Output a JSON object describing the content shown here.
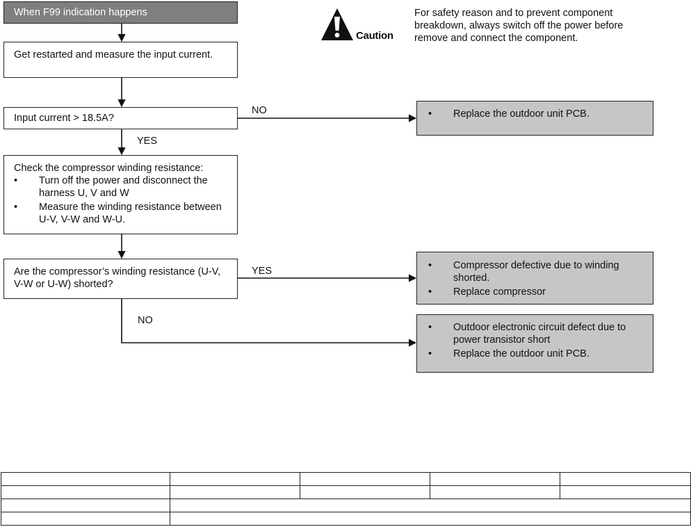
{
  "flowchart": {
    "start": "When F99 indication happens",
    "step1": "Get restarted and measure the input current.",
    "decision1": "Input current > 18.5A?",
    "decision1_no": "NO",
    "decision1_yes": "YES",
    "step2": {
      "intro": "Check the compressor winding resistance:",
      "bullets": [
        "Turn off the power and disconnect the harness U, V and W",
        "Measure the winding resistance between U-V, V-W and W-U."
      ]
    },
    "decision2": "Are the compressor’s winding resistance (U-V, V-W or U-W) shorted?",
    "decision2_yes": "YES",
    "decision2_no": "NO",
    "result1": {
      "bullets": [
        "Replace the outdoor unit PCB."
      ]
    },
    "result2": {
      "bullets": [
        "Compressor defective due to winding shorted.",
        "Replace compressor"
      ]
    },
    "result3": {
      "bullets": [
        "Outdoor electronic circuit defect due to power transistor short",
        "Replace the outdoor unit PCB."
      ]
    }
  },
  "caution": {
    "label": "Caution",
    "text": "For safety reason and to prevent component breakdown, always switch off the power before remove and connect the component.",
    "icon": "warning-triangle-icon"
  },
  "colors": {
    "header_bg": "#7f7f7f",
    "result_bg": "#c6c6c6"
  }
}
